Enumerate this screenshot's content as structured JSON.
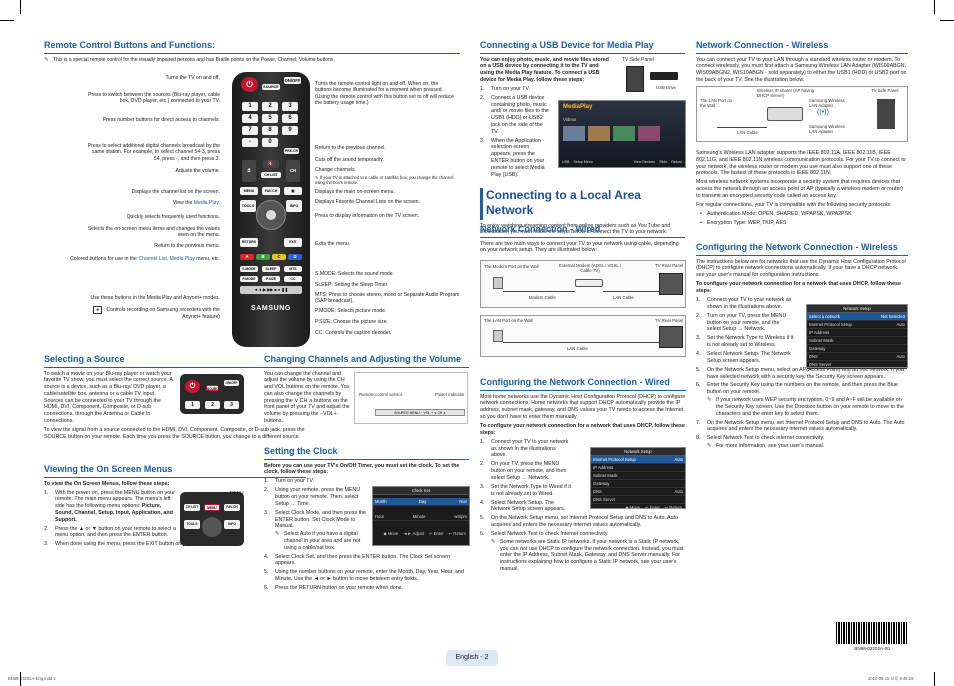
{
  "remote": {
    "title": "Remote Control Buttons and Functions:",
    "note": "This is a special remote control for the visually impaired persons and has Braille points on the Power, Channel, Volume buttons.",
    "left_labels": [
      "Turns the TV on and off.",
      "Press to switch between the sources (Blu-ray player, cable box, DVD player, etc.) connected to your TV.",
      "Press number buttons for direct access to channels.",
      "Press to select additional digital channels broadcast by the same station. For example, to select channel 54-3, press 54, press -, and then press 3.",
      "Adjusts the volume.",
      "Displays the channel list on the screen.",
      "Quickly selects frequently used functions.",
      "Selects the on-screen menu items and changes the values seen on the menu.",
      "Return to the previous menu.",
      "Use these buttons in the Media Play and Anynet+ modes.",
      ": Controls recording on Samsung recorders with the Anynet+ feature)"
    ],
    "view_prefix": "View the ",
    "view_link": "Media Play",
    "view_suffix": ".",
    "colored_prefix": "Colored buttons for use in the ",
    "colored_link": "Channel List, Media Play",
    "colored_suffix": " menu, etc.",
    "right_labels": [
      "Turns the remote control light on and off. When on, the buttons become illuminated for a moment when pressed. (Using the remote control with this button set to off will reduce the battery usage time.)",
      "Return to the previous channel.",
      "Cuts off the sound temporarily.",
      "Change channels.",
      "Displays the main on-screen menu.",
      "Displays Favorite Channel Lists on the screen.",
      "Press to display information on the TV screen.",
      "Exits the menu.",
      "S.MODE: Selects the sound mode.",
      "SLEEP: Setting the Sleep Timer.",
      "MTS: Press to choose stereo, mono or Separate Audio Program (SAP broadcast).",
      "P.MODE: Selects picture mode.",
      "P.SIZE: Choose the picture size.",
      "CC: Controls the caption decoder."
    ],
    "change_note": "If your TV is attached to a cable or satellite box, you change the channel using the box's remote.",
    "buttons": {
      "power": "POWER",
      "onoff": "ON/OFF",
      "source": "SOURCE",
      "prech": "PRE-CH",
      "mute": "MUTE",
      "ch": "CH",
      "chlist": "CH LIST",
      "menu": "MENU",
      "favch": "FAV.CH",
      "tools": "TOOLS",
      "info": "INFO",
      "return": "RETURN",
      "exit": "EXIT",
      "a": "A",
      "b": "B",
      "c": "C",
      "d": "D",
      "smode": "S.MODE",
      "sleep": "SLEEP",
      "mts": "MTS",
      "pmode": "P.MODE",
      "psize": "P.SIZE",
      "cc": "CC",
      "brand": "SAMSUNG",
      "digits": [
        "1",
        "2",
        "3",
        "4",
        "5",
        "6",
        "7",
        "8",
        "9",
        "-",
        "0"
      ]
    }
  },
  "source": {
    "title": "Selecting a Source",
    "p1": "To watch a movie on your Blu-ray player or watch your favorite TV show, you must select the correct source. A source is a device, such as a Blu-ray/ DVD player, a cable/satellite box, antenna or a cable TV input. Sources can be connected to your TV through the HDMI, DVI, Component, Composite, or D-sub connections, through the Antenna or Cable In connections.",
    "p2": "To view the signal from a source connected to the HDMI, DVI, Component, Composite, or D-sub jack, press the SOURCE button on your remote. Each time you press the SOURCE button, you change to a different source."
  },
  "osm": {
    "title": "Viewing the On Screen Menus",
    "lead": "To view the On Screen Menus, follow these steps:",
    "s1": "With the power on, press the MENU button on your remote. The main menu appears. The menu's left side has the following menu options: ",
    "s1b": "Picture, Sound, Channel, Setup, Input, Application, and Support.",
    "s2": "Press the ▲ or ▼ button on your remote to select a menu option, and then press the ENTER button.",
    "s3": "When done using the menu, press the EXIT button on your remote to exit.",
    "menu_label": "MENU"
  },
  "vol": {
    "title": "Changing Channels and Adjusting the Volume",
    "p": "You can change the channel and adjust the volume by using the CH and VOL buttons on the remote. You can also change the channels by pressing the ∨ CH ∧ buttons on the front panel of your TV and adjust the volume by pressing the −VOL+ buttons.",
    "remote_sensor": "Remote control sensor",
    "power_indicator": "Power indicator",
    "panel": "SOURCE  MENU  − VOL +  ∨ CH ∧"
  },
  "clock": {
    "title": "Setting the Clock",
    "lead": "Before you can use your TV's On/Off Timer, you must set the clock. To set the clock, follow these steps:",
    "steps": [
      "Turn on your TV.",
      "Using your remote, press the MENU button on your remote. Then, select Setup → Time.",
      "Select Clock Mode, and then press the ENTER button. Set Clock Mode to Manual.",
      "Select Clock Set, and then press the ENTER button. The Clock Set screen appears.",
      "Using the number buttons on your remote, enter the Month, Day, Year, Hour, and Minute. Use the ◄ or ► button to move between entry fields.",
      "Press the RETURN button on your remote when done."
    ],
    "note": "Select Auto if you have a digital channel in your area and are not using a cable/sat box.",
    "screen": {
      "title": "Clock Set",
      "cols1": [
        "Month",
        "Day",
        "Year"
      ],
      "cols2": [
        "Hour",
        "Minute",
        "am/pm"
      ],
      "footer": [
        "◆ Move",
        "◄► Adjust",
        "↵ Enter",
        "↩ Return"
      ]
    }
  },
  "usb": {
    "title": "Connecting a USB Device for Media Play",
    "lead": "You can enjoy photo, music, and movie files stored on a USB device by connecting it to the TV and using the Media Play feature. To connect a USB device for Media Play, follow these steps:",
    "steps": [
      "Turn on your TV.",
      "Connect a USB device containing photo, music and/ or movie files to the USB1 (HDD) or USB2 jack on the side of the TV.",
      "When the Application selection screen appears, press the ENTER button on your remote to select Media Play (USB)."
    ],
    "panel": "TV Side Panel",
    "usb_drive": "USB Drive",
    "mp_title": "MediaPlay",
    "mp_sub": "Videos",
    "mp_foot": [
      "USB",
      "Setup Menu",
      "View Devices",
      "Slide",
      "Return"
    ]
  },
  "local": {
    "title": "Connecting to a Local Area Network",
    "p": "To enjoy watching streaming content from online providers such as You Tube and Blockbuster, you must follow the steps below to connect the TV to your network."
  },
  "wired": {
    "title": "Network Connection - Wired",
    "p": "There are two main ways to connect your TV to your network using cable, depending on your network setup. They are illustrated below:",
    "d1": {
      "wall": "The Modem Port on the Wall",
      "modem": "External Modem (ADSL / VDSL / Cable TV)",
      "rear": "TV Rear Panel",
      "modem_cable": "Modem Cable",
      "lan": "LAN Cable"
    },
    "d2": {
      "wall": "The LAN Port on the Wall",
      "rear": "TV Rear Panel",
      "lan": "LAN Cable"
    }
  },
  "cwired": {
    "title": "Configuring the Network Connection - Wired",
    "p": "Most home networks use the Dynamic Host Configuration Protocol (DHCP) to configure network connections. Home networks that support DHCP automatically provide the IP address, subnet mask, gateway, and DNS values your TV needs to access the Internet so you don't have to enter them manually.",
    "lead": "To configure your network connection for a network that uses DHCP, follow these steps:",
    "steps": [
      "Connect your TV to your network as shown in the illustrations above.",
      "On your TV, press the MENU button on your remote, and then select Setup → Network.",
      "Set the Network Type to Wired if it is not already set to Wired.",
      "Select Network Setup. The Network Setup screen appears.",
      "On the Network Setup menu, set Internet Protocol Setup and DNS to Auto. Auto acquires and enters the necessary internet values automatically.",
      "Select Network Test to check Internet connectivity."
    ],
    "note": "Some networks are Static IP networks. If your network is a Static IP network, you can not use DHCP to configure the network connection. Instead, you must enter the IP Address, Subnet Mask, Gateway, and DNS Server manually. For instructions explaining how to configure a Static IP network, see your user's manual.",
    "screen": {
      "title": "Network Setup",
      "rows": [
        [
          "Internet Protocol Setup",
          "Auto"
        ],
        [
          "IP Address",
          ""
        ],
        [
          "Subnet Mask",
          ""
        ],
        [
          "Gateway",
          ""
        ],
        [
          "DNS",
          "Auto"
        ],
        [
          "DNS Server",
          ""
        ]
      ],
      "footer": [
        "◆ Move",
        "↵ Enter",
        "↩ Return"
      ]
    }
  },
  "wireless": {
    "title": "Network Connection - Wireless",
    "p1": "You can connect your TV to your LAN through a standard wireless router or modem. To connect wirelessly, you must first attach a Samsung Wireless LAN Adapter (WIS09ABGN, WIS09ABGN2, WIS10ABGN - sold separately) to either the USB1 (HDD) or USB2 port on the back of your TV. See the illustration below.",
    "p2": "Samsung's Wireless LAN adapter supports the IEEE 802.11A, IEEE 802.11B, IEEE 802.11G, and IEEE 802.11N wireless communication protocols. For your TV to connect to your network, the wireless router or modem you use must also support one of these protocols. The fastest of these protocols is IEEE 802.11N.",
    "p3": "Most wireless network systems incorporate a security system that requires devices that access the network through an access point or AP (typically a wireless modem or router) to transmit an encrypted security code called an access key.",
    "p4": "For regular connections, your TV is compatible with the following security protocols:",
    "b1": "Authentication Mode: OPEN, SHARED, WPAPSK, WPA2PSK",
    "b2": "Encryption Type: WEP, TKIP, AES",
    "d": {
      "ap": "Wireless IP sharer (AP having DHCP Server)",
      "panel": "TV Side Panel",
      "wall": "The LAN Port on the Wall",
      "lan": "LAN Cable",
      "adapter": "Samsung Wireless LAN Adapter"
    }
  },
  "cwireless": {
    "title": "Configuring the Network Connection - Wireless",
    "p": "The instructions below are for networks that use the Dynamic Host Configuration Protocol (DHCP) to configure network connections automatically. If your have a DHCP network, see your user's manual for configuration instructions.",
    "lead": "To configure your network connection for a network that uses DHCP, follow these steps:",
    "steps": [
      "Connect your TV to your network as shown in the illustrations above.",
      "Turn on your TV, press the MENU button on your remote, and the select Setup → Network.",
      "Set the Network Type to Wireless if it is not already set to Wireless.",
      "Select Network Setup. The Network Setup screen appears.",
      "On the Network Setup menu, select an AP(Access Point) and ad hoc network. If you have selected network with a security key, the Security Key screen appears.",
      "Enter the Security Key using the numbers on the remote, and then press the Blue button on your remote.",
      "On the Network Setup menu, set Internet Protocol Setup and DNS to Auto. The Auto acquires and enters the necessary internet values automatically.",
      "Select Network Test to check internet connectivity."
    ],
    "note1": "If your network uses WEP security encryption, 0~9 and A~F will be available on the Security Key screen. Use the Direction button on your remote to move to the characters and the enter key to select them.",
    "note2": "For more information, see your user's manual.",
    "screen": {
      "title": "Network Setup",
      "rows": [
        [
          "Select a network",
          "Not Selected"
        ],
        [
          "Internet Protocol Setup",
          "Auto"
        ],
        [
          "IP Address",
          ""
        ],
        [
          "Subnet Mask",
          ""
        ],
        [
          "Gateway",
          ""
        ],
        [
          "DNS",
          "Auto"
        ],
        [
          "DNS Server",
          ""
        ]
      ],
      "footer": [
        "◆ Move",
        "↵ Enter",
        "↩ Return"
      ]
    }
  },
  "footer": {
    "page": "English - 2",
    "barcode": "BN68-03202A-00",
    "left": "BN68-03202A-Eng.indd   2",
    "right": "2010-06-15   오후 8:48:19"
  }
}
